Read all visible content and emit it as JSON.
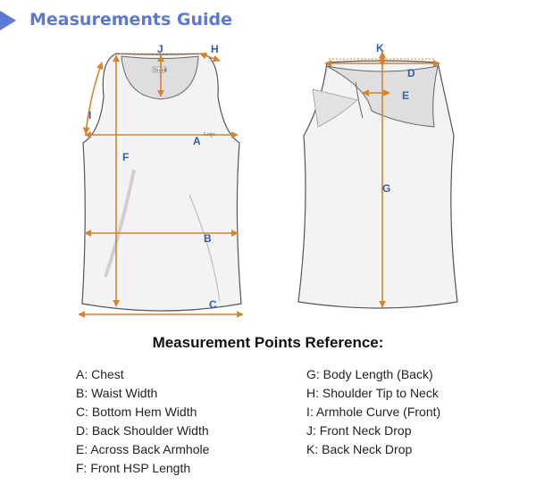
{
  "header": {
    "title": "Measurements Guide"
  },
  "diagram": {
    "logo_text": "Logo",
    "tag_text": "Brand",
    "labels": {
      "A": "A",
      "B": "B",
      "C": "C",
      "D": "D",
      "E": "E",
      "F": "F",
      "G": "G",
      "H": "H",
      "I": "I",
      "J": "J",
      "K": "K"
    },
    "colors": {
      "arrow": "#d9822b",
      "label": "#2f5fae",
      "outline": "#555555",
      "fabric": "#f3f3f3",
      "inner": "#dedede"
    }
  },
  "reference": {
    "title": "Measurement Points Reference:",
    "left": [
      "A: Chest",
      "B: Waist Width",
      "C: Bottom Hem Width",
      "D: Back Shoulder Width",
      "E: Across Back Armhole",
      "F: Front HSP Length"
    ],
    "right": [
      "G: Body Length (Back)",
      "H: Shoulder Tip to Neck",
      "I: Armhole Curve (Front)",
      "J: Front Neck Drop",
      "K: Back Neck Drop"
    ]
  }
}
